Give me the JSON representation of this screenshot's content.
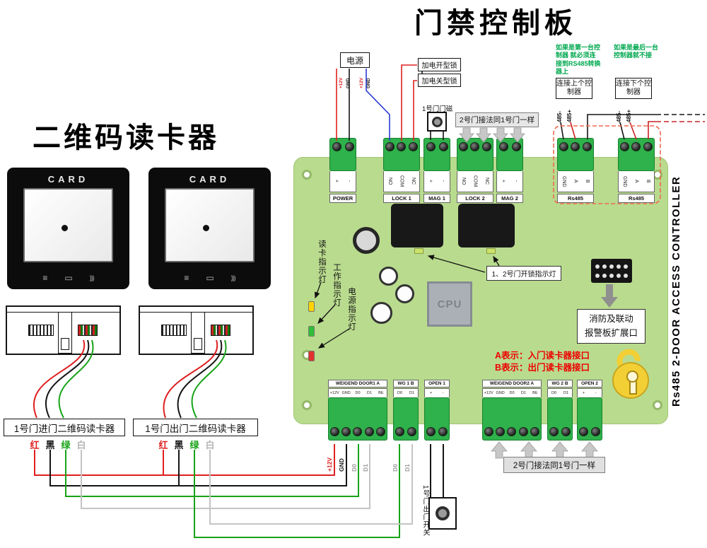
{
  "titles": {
    "main": "门禁控制板",
    "reader": "二维码读卡器"
  },
  "readers": {
    "card_label": "CARD",
    "entry_label": "1号门进门二维码读卡器",
    "exit_label": "1号门出门二维码读卡器",
    "wire_tags": [
      "红",
      "黑",
      "绿",
      "白"
    ]
  },
  "board": {
    "side_label": "Rs485 2-DOOR ACCESS CONTROLLER",
    "cpu_label": "CPU",
    "top_terminals": [
      {
        "name": "POWER",
        "pins": [
          "+",
          "-"
        ]
      },
      {
        "name": "LOCK 1",
        "pins": [
          "NO",
          "COM",
          "NC"
        ]
      },
      {
        "name": "MAG 1",
        "pins": [
          "+",
          "-"
        ]
      },
      {
        "name": "LOCK 2",
        "pins": [
          "NO",
          "COM",
          "NC"
        ]
      },
      {
        "name": "MAG 2",
        "pins": [
          "+",
          "-"
        ]
      },
      {
        "name": "Rs485",
        "pins": [
          "GND",
          "A",
          "B"
        ]
      },
      {
        "name": "Rs485",
        "pins": [
          "GND",
          "A",
          "B"
        ]
      }
    ],
    "bottom_terminals": [
      {
        "name": "WEIGEND DOOR1 A",
        "pins": [
          "+12V",
          "GND",
          "D0",
          "D1",
          "BE"
        ]
      },
      {
        "name": "WG 1 B",
        "pins": [
          "D0",
          "D1"
        ]
      },
      {
        "name": "OPEN 1",
        "pins": [
          "+",
          "-"
        ]
      },
      {
        "name": "WEIGEND DOOR2 A",
        "pins": [
          "+12V",
          "GND",
          "D0",
          "D1",
          "BE"
        ]
      },
      {
        "name": "WG 2 B",
        "pins": [
          "D0",
          "D1"
        ]
      },
      {
        "name": "OPEN 2",
        "pins": [
          "+",
          "-"
        ]
      }
    ],
    "indicators": {
      "card": "读卡指示灯",
      "work": "工作指示灯",
      "power": "电源指示灯"
    },
    "unlock_note": "1、2号门开锁指示灯",
    "expansion_port": {
      "line1": "消防及联动",
      "line2": "报警板扩展口"
    },
    "note_a": "A表示：入门读卡器接口",
    "note_b": "B表示：出门读卡器接口"
  },
  "top_notes": {
    "power_label": "电源",
    "power_pins": [
      "+12V",
      "GND",
      "+12V",
      "GND"
    ],
    "lock_type_no": "加电开型锁",
    "lock_type_nc": "加电关型锁",
    "door1_mag": "1号门门磁",
    "door2_same": "2号门接法同1号门一样",
    "first_controller_note": "如果是第一台控制器 就必须连接到RS485转换器上",
    "last_controller_note": "如果是最后一台控制器就不接",
    "prev_controller": "连接上个控制器",
    "next_controller": "连接下个控制器",
    "rs485_tags": [
      "485-",
      "485+",
      "485-",
      "485+"
    ]
  },
  "bottom_notes": {
    "wire_labels": [
      "+12V",
      "GND",
      "D0",
      "D1",
      "D0",
      "D1"
    ],
    "exit_switch": "1号门出门开关",
    "door2_same": "2号门接法同1号门一样"
  },
  "colors": {
    "board_green": "#b9db8e",
    "terminal_green": "#2fb14b",
    "wire_red": "#e02020",
    "wire_black": "#151515",
    "wire_green": "#17a317",
    "wire_white": "#c4c4c4",
    "wire_blue": "#2b3bd6",
    "note_green": "#00a84f",
    "note_red": "#ee0000",
    "lock_yellow": "#f2cf35"
  }
}
